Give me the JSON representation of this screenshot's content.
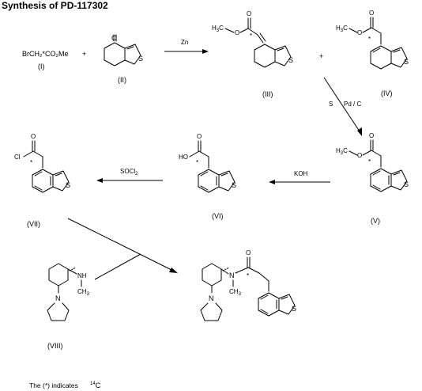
{
  "title": "Synthesis of PD-117302",
  "compounds": {
    "I": {
      "formula": "BrCH₂*CO₂Me",
      "label": "(I)"
    },
    "II": {
      "label": "(II)"
    },
    "III": {
      "label": "(III)"
    },
    "IV": {
      "label": "(IV)"
    },
    "V": {
      "label": "(V)"
    },
    "VI": {
      "label": "(VI)"
    },
    "VII": {
      "label": "(VII)"
    },
    "VIII": {
      "label": "(VIII)"
    }
  },
  "plus_sign": "+",
  "reagents": {
    "zn": "Zn",
    "s_pd_c": "S",
    "pd_c": "Pd / C",
    "koh": "KOH",
    "socl2": "SOCl",
    "socl2_sub": "2"
  },
  "atoms": {
    "O": "O",
    "S": "S",
    "N": "N",
    "NH": "NH",
    "HO": "HO",
    "Cl": "Cl",
    "H3C": "H",
    "H3C_sub": "3",
    "H3C_C": "C",
    "CH3": "CH",
    "CH3_sub": "3",
    "star": "*"
  },
  "footnote": {
    "text": "The (*) indicates",
    "isotope_mass": "14",
    "isotope_element": "C"
  }
}
